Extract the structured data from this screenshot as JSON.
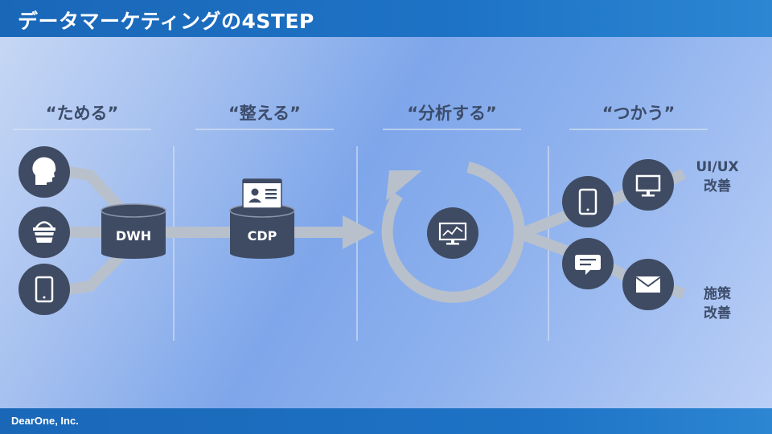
{
  "header": {
    "title": "データマーケティングの4STEP"
  },
  "footer": {
    "company": "DearOne, Inc."
  },
  "stages": [
    {
      "title": "“ためる”"
    },
    {
      "title": "“整える”"
    },
    {
      "title": "“分析する”"
    },
    {
      "title": "“つかう”"
    }
  ],
  "nodes": {
    "dwh": "DWH",
    "cdp": "CDP"
  },
  "outputs": {
    "uiux_line1": "UI/UX",
    "uiux_line2": "改善",
    "measure_line1": "施策",
    "measure_line2": "改善"
  },
  "icons": {
    "store": [
      "head-profile-icon",
      "shopping-basket-icon",
      "tablet-icon"
    ],
    "organize": "id-card-icon",
    "analyze": "analytics-monitor-icon",
    "use": [
      "tablet-icon",
      "chat-bubble-icon",
      "desktop-monitor-icon",
      "mail-icon"
    ]
  },
  "colors": {
    "header": "#1e73c6",
    "node": "#3f4b63",
    "arrow": "#b8c0cc",
    "text": "#3c4c6a"
  }
}
